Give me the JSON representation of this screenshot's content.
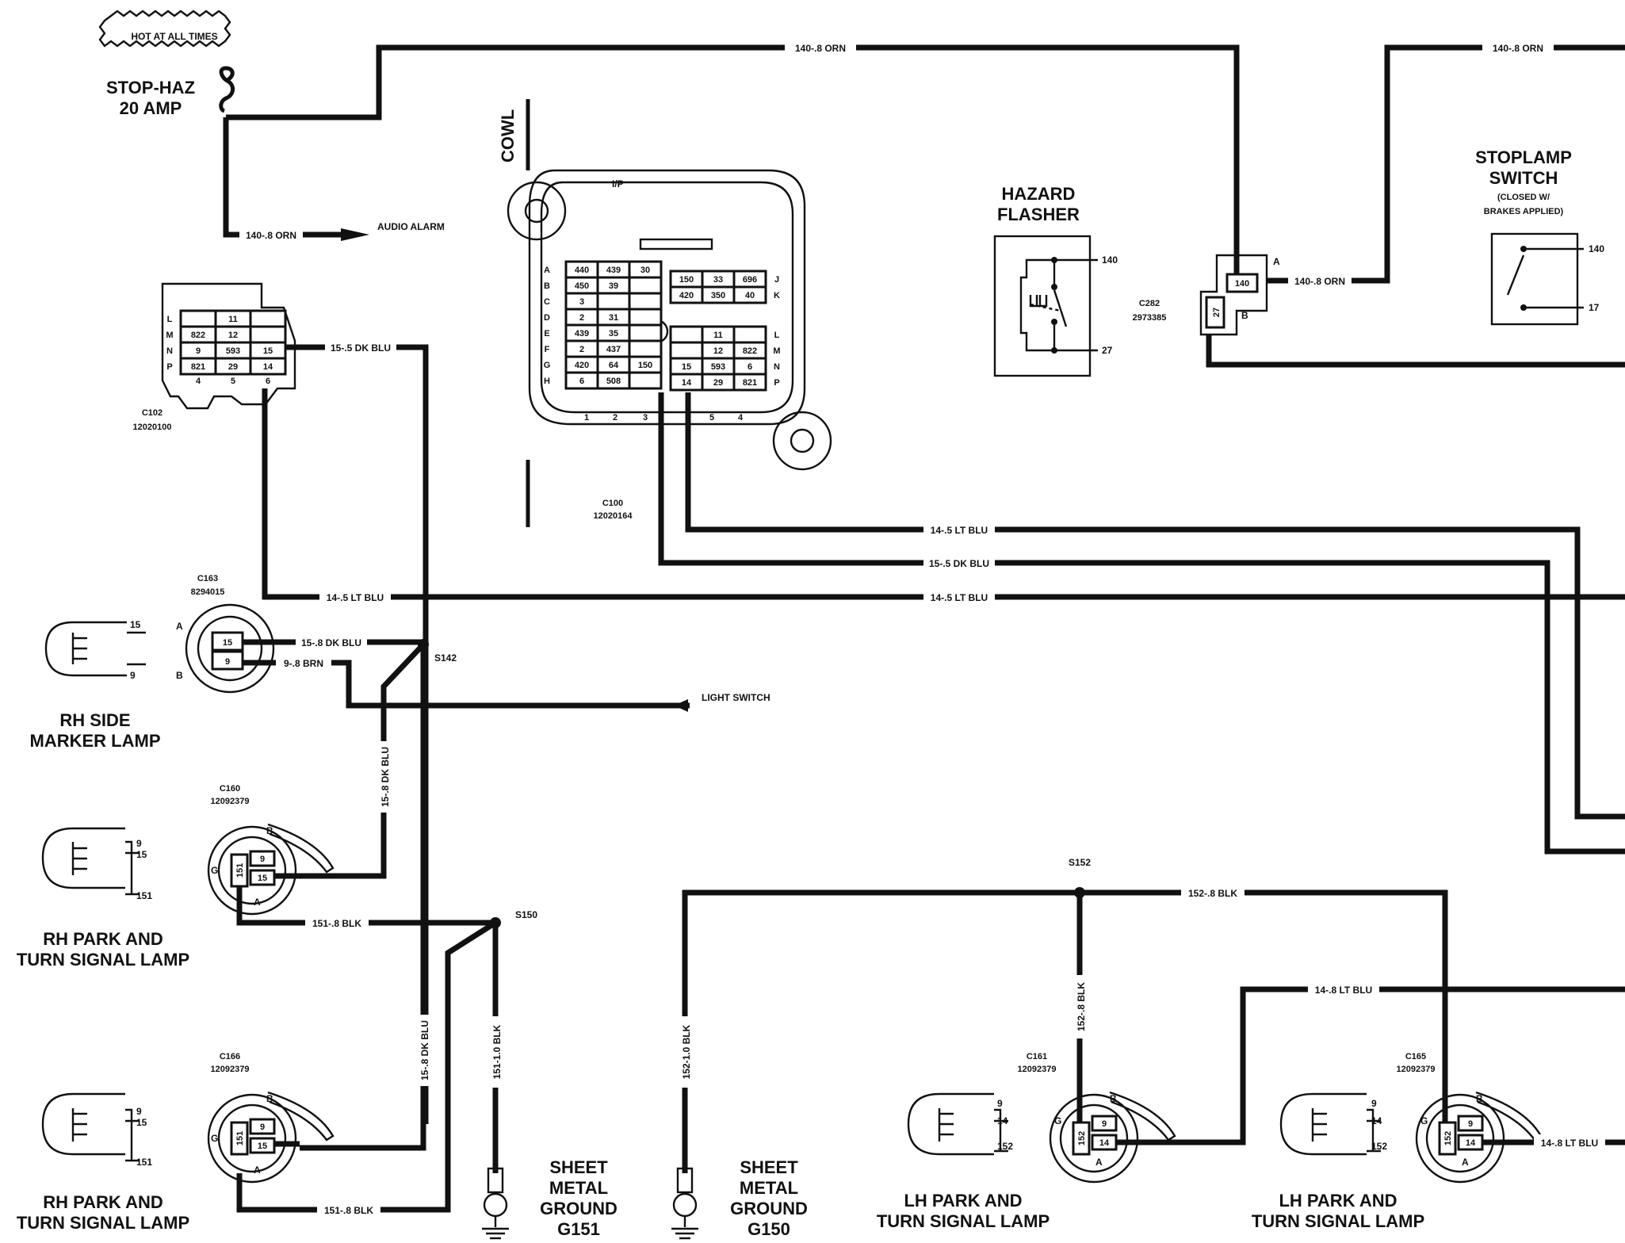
{
  "fuse": {
    "hot_label": "HOT AT ALL TIMES",
    "name": "STOP-HAZ",
    "rating": "20 AMP"
  },
  "wires": {
    "w140_top": "140-.8 ORN",
    "w140_top_right": "140-.8 ORN",
    "w140_audio": "140-.8 ORN",
    "audio_alarm": "AUDIO ALARM",
    "w140_stop": "140-.8 ORN",
    "w15_c102": "15-.5 DK BLU",
    "w14_lt_blu_1": "14-.5 LT BLU",
    "w15_dk_blu_mid": "15-.5 DK BLU",
    "w14_lt_blu_2": "14-.5 LT BLU",
    "w14_lt_blu_3": "14-.5 LT BLU",
    "w15_c163": "15-.8 DK BLU",
    "w9_c163": "9-.8 BRN",
    "light_switch": "LIGHT SWITCH",
    "w15_vert_1": "15-.8 DK BLU",
    "w15_vert_2": "15-.8 DK BLU",
    "w151_1": "151-.8 BLK",
    "w151_2": "151-.8 BLK",
    "w151_ground": "151-1.0 BLK",
    "w152_ground": "152-1.0 BLK",
    "w152_top": "152-.8 BLK",
    "w152_vert": "152-.8 BLK",
    "w14_lh": "14-.8 LT BLU",
    "w14_lh_right": "14-.8 LT BLU"
  },
  "splices": {
    "s142": "S142",
    "s150": "S150",
    "s152": "S152"
  },
  "cowl": "COWL",
  "ip": "I/P",
  "c102": {
    "name": "C102",
    "part": "12020100",
    "rows": [
      "L",
      "M",
      "N",
      "P"
    ],
    "cols": [
      "4",
      "5",
      "6"
    ],
    "cells": [
      [
        "",
        "11",
        ""
      ],
      [
        "822",
        "12",
        ""
      ],
      [
        "9",
        "593",
        "15"
      ],
      [
        "821",
        "29",
        "14"
      ]
    ]
  },
  "c100": {
    "name": "C100",
    "part": "12020164",
    "left_rows": [
      "A",
      "B",
      "C",
      "D",
      "E",
      "F",
      "G",
      "H"
    ],
    "left_cells": [
      [
        "440",
        "439",
        "30"
      ],
      [
        "450",
        "39",
        ""
      ],
      [
        "3",
        "",
        ""
      ],
      [
        "2",
        "31",
        ""
      ],
      [
        "439",
        "35",
        ""
      ],
      [
        "2",
        "437",
        ""
      ],
      [
        "420",
        "64",
        "150"
      ],
      [
        "6",
        "508",
        ""
      ]
    ],
    "right_top_cells": [
      [
        "150",
        "33",
        "696"
      ],
      [
        "420",
        "350",
        "40"
      ]
    ],
    "right_top_rows": [
      "J",
      "K"
    ],
    "right_bot_rows": [
      "L",
      "M",
      "N",
      "P"
    ],
    "right_bot_cells": [
      [
        "",
        "11",
        ""
      ],
      [
        "",
        "12",
        "822"
      ],
      [
        "15",
        "593",
        "6"
      ],
      [
        "14",
        "29",
        "821"
      ]
    ],
    "bottom_cols": [
      "1",
      "2",
      "3",
      "5",
      "4"
    ]
  },
  "hazard": {
    "title_1": "HAZARD",
    "title_2": "FLASHER",
    "pin_top": "140",
    "pin_bot": "27"
  },
  "c282": {
    "name": "C282",
    "part": "2973385",
    "pin_a_label": "A",
    "pin_b_label": "B",
    "pin_a": "140",
    "pin_b": "27"
  },
  "stoplamp": {
    "title_1": "STOPLAMP",
    "title_2": "SWITCH",
    "note_1": "(CLOSED W/",
    "note_2": "BRAKES APPLIED)",
    "pin_top": "140",
    "pin_bot": "17"
  },
  "c163": {
    "name": "C163",
    "part": "8294015",
    "pin_a_label": "A",
    "pin_b_label": "B",
    "pin_a": "15",
    "pin_b": "9"
  },
  "rh_side_marker": {
    "title_1": "RH SIDE",
    "title_2": "MARKER LAMP",
    "pin_1": "15",
    "pin_2": "9"
  },
  "c160": {
    "name": "C160",
    "part": "12092379",
    "g": "G",
    "b": "B",
    "a": "A",
    "p151": "151",
    "p9": "9",
    "p15": "15"
  },
  "rh_park_1": {
    "title_1": "RH PARK AND",
    "title_2": "TURN SIGNAL LAMP",
    "pin_1": "9",
    "pin_2": "15",
    "pin_3": "151"
  },
  "c166": {
    "name": "C166",
    "part": "12092379",
    "g": "G",
    "b": "B",
    "a": "A",
    "p151": "151",
    "p9": "9",
    "p15": "15"
  },
  "rh_park_2": {
    "title_1": "RH PARK AND",
    "title_2": "TURN SIGNAL LAMP",
    "pin_1": "9",
    "pin_2": "15",
    "pin_3": "151"
  },
  "g151": {
    "l1": "SHEET",
    "l2": "METAL",
    "l3": "GROUND",
    "l4": "G151"
  },
  "g150": {
    "l1": "SHEET",
    "l2": "METAL",
    "l3": "GROUND",
    "l4": "G150"
  },
  "c161": {
    "name": "C161",
    "part": "12092379",
    "g": "G",
    "b": "B",
    "a": "A",
    "p152": "152",
    "p9": "9",
    "p14": "14"
  },
  "lh_park_1": {
    "title_1": "LH PARK AND",
    "title_2": "TURN SIGNAL LAMP",
    "pin_1": "9",
    "pin_2": "14",
    "pin_3": "152"
  },
  "c165": {
    "name": "C165",
    "part": "12092379",
    "g": "G",
    "b": "B",
    "a": "A",
    "p152": "152",
    "p9": "9",
    "p14": "14"
  },
  "lh_park_2": {
    "title_1": "LH PARK AND",
    "title_2": "TURN SIGNAL LAMP",
    "pin_1": "9",
    "pin_2": "14",
    "pin_3": "152"
  }
}
